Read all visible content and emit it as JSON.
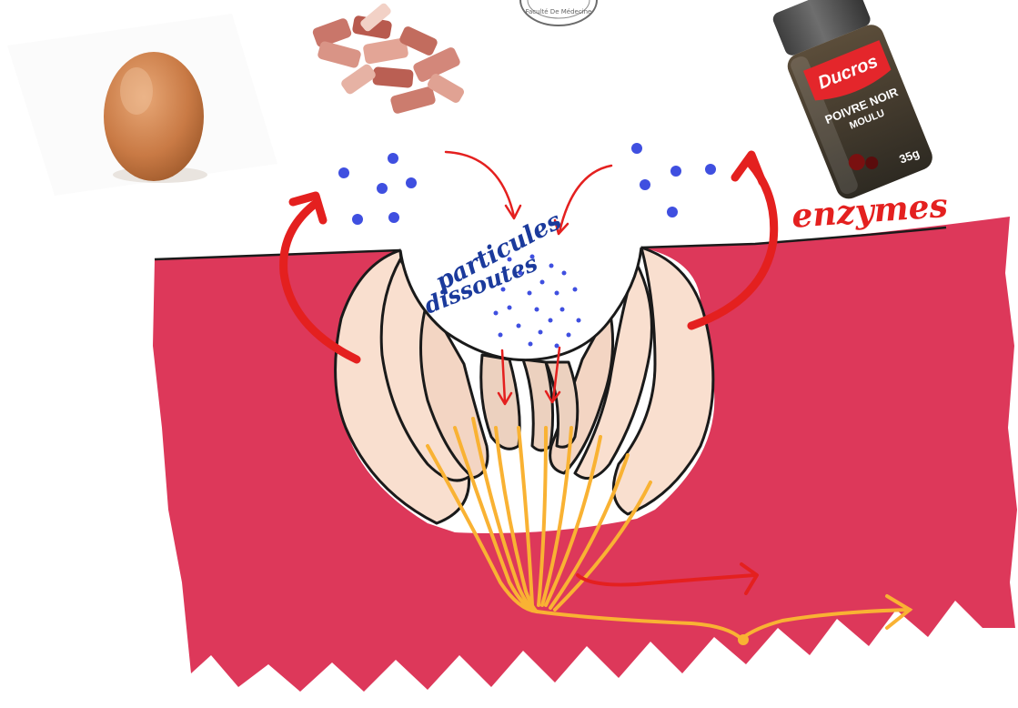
{
  "labels": {
    "dissolved_particles": [
      "particules",
      "dissoutes"
    ],
    "enzymes": "enzymes"
  },
  "products": {
    "pepper_brand": "Ducros",
    "pepper_name": [
      "POIVRE NOIR",
      "MOULU"
    ],
    "pepper_weight": "35g",
    "seal_text": "Faculté De Médecine"
  },
  "colors": {
    "tissue": "#dd385a",
    "cell": "#f9dfcf",
    "cell_inner": "#ecd1bf",
    "particle": "#3f4fe0",
    "arrow": "#e4201f",
    "nerve": "#f9b233",
    "label_blue": "#1b3a9c",
    "label_red": "#e4201f"
  },
  "icons": [
    "egg-icon",
    "bacon-icon",
    "pepper-jar-icon",
    "faculty-seal-icon"
  ]
}
